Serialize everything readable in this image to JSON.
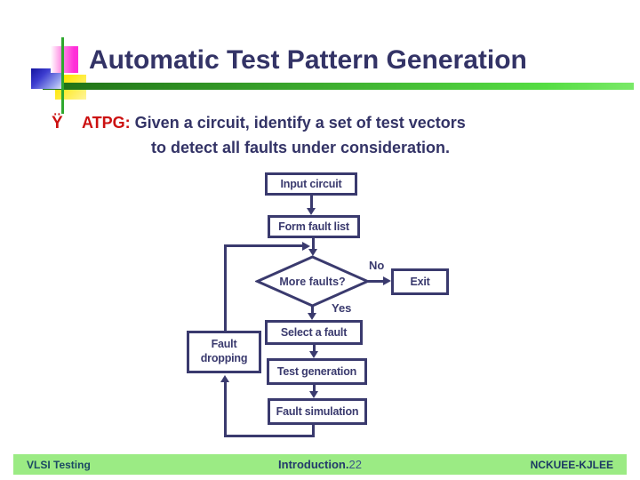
{
  "slide": {
    "title": "Automatic Test Pattern Generation",
    "bullet": {
      "marker": "Ÿ",
      "term": "ATPG:",
      "line1": " Given a circuit, identify a set of test vectors",
      "line2": "to detect all faults under consideration."
    }
  },
  "flowchart": {
    "nodes": {
      "input_circuit": "Input circuit",
      "form_fault_list": "Form fault list",
      "more_faults": "More faults?",
      "exit": "Exit",
      "select_fault": "Select a fault",
      "test_generation": "Test generation",
      "fault_simulation": "Fault simulation",
      "fault_dropping": "Fault dropping"
    },
    "edge_labels": {
      "no": "No",
      "yes": "Yes"
    }
  },
  "footer": {
    "left": "VLSI Testing",
    "center_label": "Introduction.",
    "page_number": "22",
    "right": "NCKUEE-KJLEE"
  },
  "colors": {
    "title_text": "#333366",
    "accent_red": "#cc1111",
    "flow_navy": "#3a3a6e",
    "title_bar_gradient_start": "#1e6f15",
    "title_bar_gradient_end": "#55dd43",
    "footer_bg": "#9beb84",
    "footer_text": "#1c4a63",
    "deco_magenta": "#ff2fd8",
    "deco_yellow": "#ffe600",
    "deco_blue": "#14149e",
    "deco_green_line": "#2fa82f"
  }
}
